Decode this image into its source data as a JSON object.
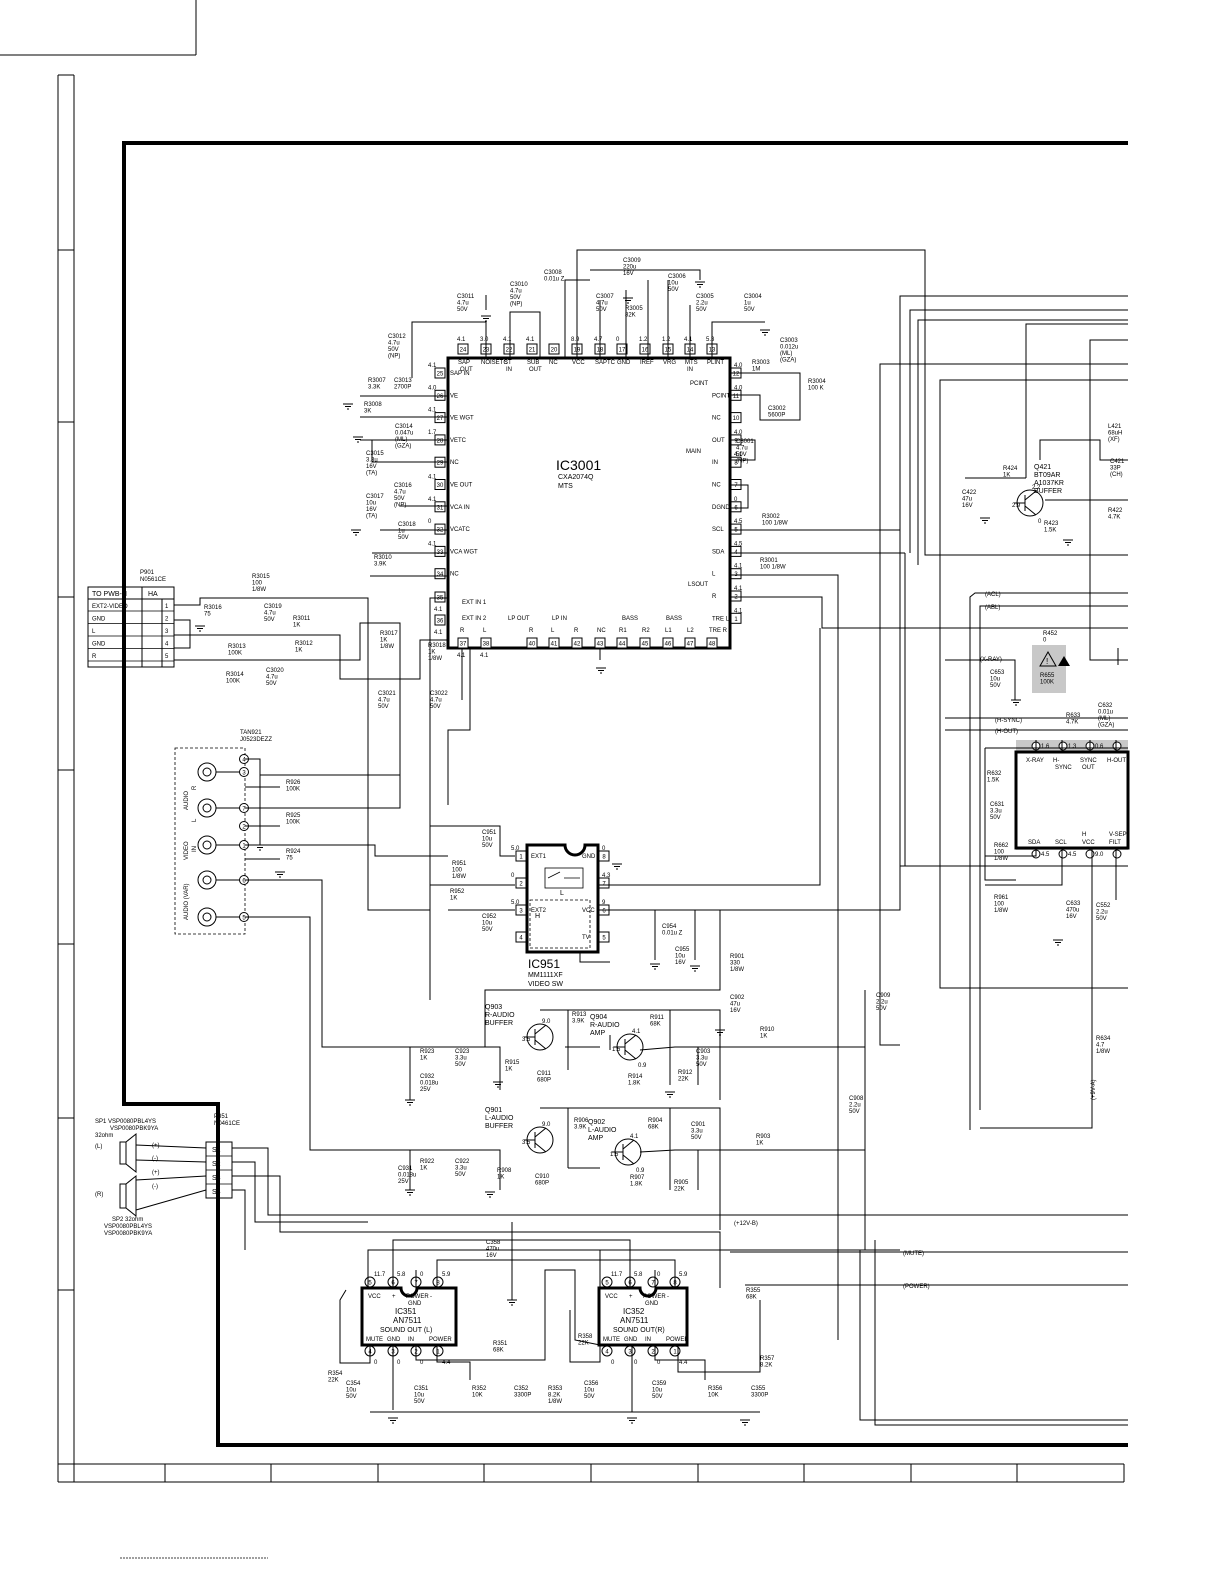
{
  "ic3001": {
    "ref": "IC3001",
    "part": "CXA2074Q",
    "func": "MTS",
    "pins_top": [
      {
        "num": "24",
        "name": "SAP OUT",
        "v": "4.1"
      },
      {
        "num": "23",
        "name": "NOISETC",
        "v": "3.0"
      },
      {
        "num": "22",
        "name": "ST IN",
        "v": "4.1"
      },
      {
        "num": "21",
        "name": "SUB OUT",
        "v": "4.1"
      },
      {
        "num": "20",
        "name": "NC",
        "v": ""
      },
      {
        "num": "19",
        "name": "VCC",
        "v": "8.9"
      },
      {
        "num": "18",
        "name": "SAPTC",
        "v": "4.7"
      },
      {
        "num": "17",
        "name": "GND",
        "v": "0"
      },
      {
        "num": "16",
        "name": "IREF",
        "v": "1.2"
      },
      {
        "num": "15",
        "name": "VRG",
        "v": "1.2"
      },
      {
        "num": "14",
        "name": "MTS IN",
        "v": "4.1"
      },
      {
        "num": "13",
        "name": "PLINT",
        "v": "5.3"
      }
    ],
    "pins_left": [
      {
        "num": "25",
        "name": "SAP IN",
        "v": "4.1"
      },
      {
        "num": "26",
        "name": "VE",
        "v": "4.0"
      },
      {
        "num": "27",
        "name": "VE WGT",
        "v": "4.1"
      },
      {
        "num": "28",
        "name": "VETC",
        "v": "1.7"
      },
      {
        "num": "29",
        "name": "NC",
        "v": ""
      },
      {
        "num": "30",
        "name": "VE OUT",
        "v": "4.1"
      },
      {
        "num": "31",
        "name": "VCA IN",
        "v": "4.1"
      },
      {
        "num": "32",
        "name": "VCATC",
        "v": "0"
      },
      {
        "num": "33",
        "name": "VCA WGT",
        "v": "4.1"
      },
      {
        "num": "34",
        "name": "NC",
        "v": ""
      }
    ],
    "pins_right": [
      {
        "num": "12",
        "name": "",
        "v": "4.0"
      },
      {
        "num": "11",
        "name": "PCINT",
        "v": "4.0"
      },
      {
        "num": "10",
        "name": "NC",
        "v": ""
      },
      {
        "num": "9",
        "name": "OUT",
        "v": "4.0"
      },
      {
        "num": "8",
        "name": "IN",
        "v": "4.1"
      },
      {
        "num": "7",
        "name": "NC",
        "v": ""
      },
      {
        "num": "6",
        "name": "DGND",
        "v": "0"
      },
      {
        "num": "5",
        "name": "SCL",
        "v": "4.5"
      },
      {
        "num": "4",
        "name": "SDA",
        "v": "4.5"
      },
      {
        "num": "3",
        "name": "L",
        "v": "4.1"
      },
      {
        "num": "2",
        "name": "R",
        "v": "4.1"
      },
      {
        "num": "1",
        "name": "TRE L",
        "v": "4.1"
      }
    ],
    "pins_bottom": [
      {
        "num": "35",
        "name": "",
        "v": "4.1"
      },
      {
        "num": "36",
        "name": "",
        "v": "4.1"
      },
      {
        "num": "37",
        "name": "R",
        "v": "4.1"
      },
      {
        "num": "38",
        "name": "L",
        "v": "4.1"
      },
      {
        "num": "40",
        "name": "R",
        "v": ""
      },
      {
        "num": "41",
        "name": "L",
        "v": ""
      },
      {
        "num": "42",
        "name": "R",
        "v": ""
      },
      {
        "num": "43",
        "name": "NC",
        "v": ""
      },
      {
        "num": "44",
        "name": "R1",
        "v": ""
      },
      {
        "num": "45",
        "name": "R2",
        "v": ""
      },
      {
        "num": "46",
        "name": "L1",
        "v": ""
      },
      {
        "num": "47",
        "name": "L2",
        "v": ""
      },
      {
        "num": "48",
        "name": "TRE R",
        "v": ""
      }
    ],
    "bottom_groups": [
      "EXT IN 1",
      "EXT IN 2",
      "LP OUT",
      "LP IN",
      "BASS",
      "BASS"
    ],
    "side_labels": {
      "pcint": "PCINT",
      "main": "MAIN",
      "lsout": "LSOUT"
    }
  },
  "ic951": {
    "ref": "IC951",
    "part": "MM1111XF",
    "func": "VIDEO SW",
    "pins_left": [
      {
        "num": "1",
        "name": "EXT1",
        "v": "5.0"
      },
      {
        "num": "2",
        "name": "",
        "v": "0"
      },
      {
        "num": "3",
        "name": "EXT2",
        "v": "5.0"
      },
      {
        "num": "4",
        "name": "",
        "v": ""
      }
    ],
    "pins_right": [
      {
        "num": "8",
        "name": "GND",
        "v": "0"
      },
      {
        "num": "7",
        "name": "",
        "v": "4.3"
      },
      {
        "num": "6",
        "name": "VCC",
        "v": "9"
      },
      {
        "num": "5",
        "name": "TV",
        "v": ""
      }
    ],
    "inner": {
      "l": "L",
      "h": "H"
    }
  },
  "ic351": {
    "ref": "IC351",
    "part": "AN7511",
    "func": "SOUND OUT (L)",
    "top_labels": [
      "VCC",
      "+",
      "POWER GND",
      "-"
    ],
    "bottom_labels": [
      "MUTE",
      "GND",
      "IN",
      "POWER"
    ],
    "pins_top": [
      {
        "num": "5",
        "v": "11.7"
      },
      {
        "num": "6",
        "v": "5.8"
      },
      {
        "num": "7",
        "v": "0"
      },
      {
        "num": "8",
        "v": "5.9"
      }
    ],
    "pins_bottom": [
      {
        "num": "4",
        "v": "0"
      },
      {
        "num": "3",
        "v": "0"
      },
      {
        "num": "2",
        "v": "0"
      },
      {
        "num": "1",
        "v": "4.4"
      }
    ]
  },
  "ic352": {
    "ref": "IC352",
    "part": "AN7511",
    "func": "SOUND OUT(R)",
    "top_labels": [
      "VCC",
      "+",
      "POWER GND",
      "-"
    ],
    "bottom_labels": [
      "MUTE",
      "GND",
      "IN",
      "POWER"
    ],
    "pins_top": [
      {
        "num": "5",
        "v": "11.7"
      },
      {
        "num": "6",
        "v": "5.8"
      },
      {
        "num": "7",
        "v": "0"
      },
      {
        "num": "8",
        "v": "5.9"
      }
    ],
    "pins_bottom": [
      {
        "num": "4",
        "v": "0"
      },
      {
        "num": "3",
        "v": "0"
      },
      {
        "num": "2",
        "v": "0"
      },
      {
        "num": "1",
        "v": "4.4"
      }
    ]
  },
  "ic_right": {
    "pins_top": [
      {
        "name": "X-RAY",
        "v": "1.6"
      },
      {
        "name": "H- SYNC",
        "v": "1.3"
      },
      {
        "name": "SYNC OUT",
        "v": "0.6"
      },
      {
        "name": "H-OUT",
        "v": ""
      }
    ],
    "pins_bottom": [
      {
        "name": "SDA",
        "v": "4.5"
      },
      {
        "name": "SCL",
        "v": "4.5"
      },
      {
        "name": "H VCC",
        "v": "9.0"
      },
      {
        "name": "V-SEP FILT",
        "v": ""
      }
    ]
  },
  "p901": {
    "ref": "P901",
    "part": "N0561CE",
    "header": [
      "TO PWB-H",
      "HA"
    ],
    "rows": [
      {
        "name": "EXT2-VIDEO",
        "pin": "1"
      },
      {
        "name": "GND",
        "pin": "2"
      },
      {
        "name": "L",
        "pin": "3"
      },
      {
        "name": "GND",
        "pin": "4"
      },
      {
        "name": "R",
        "pin": "5"
      }
    ]
  },
  "p351": {
    "ref": "P351",
    "part": "N0461CE",
    "pins": [
      "S1",
      "S2",
      "S3",
      "S4"
    ]
  },
  "tan921": {
    "ref": "TAN921",
    "part": "J0523DEZZ",
    "labels": [
      "AUDIO",
      "R",
      "L",
      "VIDEO",
      "IN",
      "AUDIO (VAR)",
      "R",
      "L"
    ],
    "pins": [
      "4",
      "3",
      "7",
      "2",
      "1",
      "6",
      "5"
    ]
  },
  "speakers": {
    "sp1": [
      "SP1 VSP0080PBL4YS",
      "VSP0080PBK9YA",
      "32ohm",
      "(L)"
    ],
    "sp2": [
      "SP2 32ohm",
      "VSP0080PBL4YS",
      "VSP0080PBK9YA",
      "(R)"
    ],
    "pol": [
      "(+)",
      "(-)",
      "(+)",
      "(-)"
    ]
  },
  "transistors": [
    {
      "id": "Q421",
      "part": "BT09AR",
      "alt": "A1037KR",
      "func": "BUFFER",
      "v": [
        "2.2",
        "2.9",
        "0"
      ]
    },
    {
      "id": "Q903",
      "part": "R-AUDIO",
      "alt": "",
      "func": "BUFFER",
      "v": [
        "9.0",
        "3.5"
      ]
    },
    {
      "id": "Q904",
      "part": "R-AUDIO",
      "alt": "",
      "func": "AMP",
      "v": [
        "4.1",
        "1.5",
        "0.9"
      ]
    },
    {
      "id": "Q901",
      "part": "L-AUDIO",
      "alt": "",
      "func": "BUFFER",
      "v": [
        "9.0",
        "3.5"
      ]
    },
    {
      "id": "Q902",
      "part": "L-AUDIO",
      "alt": "",
      "func": "AMP",
      "v": [
        "4.1",
        "1.5",
        "0.9"
      ]
    }
  ],
  "labels": [
    [
      "C3011",
      "4.7u",
      "50V"
    ],
    [
      "C3010",
      "4.7u",
      "50V",
      "(NP)"
    ],
    [
      "C3008",
      "0.01u Z"
    ],
    [
      "C3009",
      "220u",
      "16V"
    ],
    [
      "C3007",
      "4.7u",
      "50V"
    ],
    [
      "R3005",
      "82K"
    ],
    [
      "C3006",
      "10u",
      "50V"
    ],
    [
      "C3005",
      "2.2u",
      "50V"
    ],
    [
      "C3004",
      "1u",
      "50V"
    ],
    [
      "C3003",
      "0.012u",
      "(ML)",
      "(GZA)"
    ],
    [
      "R3003",
      "1M"
    ],
    [
      "R3004",
      "100 K"
    ],
    [
      "C3002",
      "5600P"
    ],
    [
      "C3012",
      "4.7u",
      "50V",
      "(NP)"
    ],
    [
      "R3007",
      "3.3K"
    ],
    [
      "C3013",
      "2700P"
    ],
    [
      "R3008",
      "3K"
    ],
    [
      "C3014",
      "0.047u",
      "(ML)",
      "(GZA)"
    ],
    [
      "C3015",
      "3.3u",
      "16V",
      "(TA)"
    ],
    [
      "C3016",
      "4.7u",
      "50V",
      "(NP)"
    ],
    [
      "C3017",
      "10u",
      "16V",
      "(TA)"
    ],
    [
      "C3018",
      "1u",
      "50V"
    ],
    [
      "R3010",
      "3.9K"
    ],
    [
      "C3001",
      "4.7u",
      "50V",
      "(NP)"
    ],
    [
      "R3002",
      "100 1/8W"
    ],
    [
      "R3001",
      "100 1/8W"
    ],
    [
      "R3015",
      "100",
      "1/8W"
    ],
    [
      "R3016",
      "75"
    ],
    [
      "C3019",
      "4.7u",
      "50V"
    ],
    [
      "R3011",
      "1K"
    ],
    [
      "R3013",
      "100K"
    ],
    [
      "R3012",
      "1K"
    ],
    [
      "R3014",
      "100K"
    ],
    [
      "C3020",
      "4.7u",
      "50V"
    ],
    [
      "R3017",
      "1K",
      "1/8W"
    ],
    [
      "R3018",
      "1K",
      "1/8W"
    ],
    [
      "C3021",
      "4.7u",
      "50V"
    ],
    [
      "C3022",
      "4.7u",
      "50V"
    ],
    [
      "R926",
      "100K"
    ],
    [
      "R925",
      "100K"
    ],
    [
      "R924",
      "75"
    ],
    [
      "C951",
      "10u",
      "50V"
    ],
    [
      "R951",
      "100",
      "1/8W"
    ],
    [
      "R952",
      "1K"
    ],
    [
      "C952",
      "10u",
      "50V"
    ],
    [
      "C954",
      "0.01u Z"
    ],
    [
      "C955",
      "10u",
      "16V"
    ],
    [
      "R901",
      "330",
      "1/8W"
    ],
    [
      "C902",
      "47u",
      "16V"
    ],
    [
      "C909",
      "2.2u",
      "50V"
    ],
    [
      "R913",
      "3.9K"
    ],
    [
      "R911",
      "68K"
    ],
    [
      "R923",
      "1K"
    ],
    [
      "C923",
      "3.3u",
      "50V"
    ],
    [
      "R915",
      "1K"
    ],
    [
      "C911",
      "680P"
    ],
    [
      "R914",
      "1.8K"
    ],
    [
      "R912",
      "22K"
    ],
    [
      "C903",
      "3.3u",
      "50V"
    ],
    [
      "R910",
      "1K"
    ],
    [
      "C932",
      "0.018u",
      "25V"
    ],
    [
      "C908",
      "2.2u",
      "50V"
    ],
    [
      "R906",
      "3.9K"
    ],
    [
      "R904",
      "68K"
    ],
    [
      "C901",
      "3.3u",
      "50V"
    ],
    [
      "R903",
      "1K"
    ],
    [
      "R922",
      "1K"
    ],
    [
      "C922",
      "3.3u",
      "50V"
    ],
    [
      "R908",
      "1K"
    ],
    [
      "C910",
      "680P"
    ],
    [
      "R907",
      "1.8K"
    ],
    [
      "R905",
      "22K"
    ],
    [
      "C931",
      "0.018u",
      "25V"
    ],
    [
      "C358",
      "470u",
      "16V"
    ],
    [
      "R355",
      "68K"
    ],
    [
      "R351",
      "68K"
    ],
    [
      "R358",
      "22K"
    ],
    [
      "R357",
      "8.2K"
    ],
    [
      "R354",
      "22K"
    ],
    [
      "C354",
      "10u",
      "50V"
    ],
    [
      "C351",
      "10u",
      "50V"
    ],
    [
      "R352",
      "10K"
    ],
    [
      "C352",
      "3300P"
    ],
    [
      "R353",
      "8.2K",
      "1/8W"
    ],
    [
      "C356",
      "10u",
      "50V"
    ],
    [
      "C359",
      "10u",
      "50V"
    ],
    [
      "R356",
      "10K"
    ],
    [
      "C355",
      "3300P"
    ],
    [
      "R424",
      "1K"
    ],
    [
      "C422",
      "47u",
      "16V"
    ],
    [
      "R423",
      "1.5K"
    ],
    [
      "L421",
      "68uH",
      "(XF)"
    ],
    [
      "C421",
      "33P",
      "(CH)"
    ],
    [
      "R422",
      "4.7K"
    ],
    [
      "R452",
      "0"
    ],
    [
      "C653",
      "10u",
      "50V"
    ],
    [
      "R655",
      "100K"
    ],
    [
      "R633",
      "4.7K"
    ],
    [
      "C632",
      "0.01u",
      "(ML)",
      "(GZA)"
    ],
    [
      "R632",
      "1.5K"
    ],
    [
      "C631",
      "3.3u",
      "50V"
    ],
    [
      "R662",
      "100",
      "1/8W"
    ],
    [
      "R961",
      "100",
      "1/8W"
    ],
    [
      "C633",
      "470u",
      "16V"
    ],
    [
      "C552",
      "2.2u",
      "50V"
    ],
    [
      "R634",
      "4.7",
      "1/8W"
    ]
  ],
  "nets": [
    "(ACL)",
    "(ABL)",
    "(X-RAY)",
    "(H-SYNC)",
    "(H-OUT)",
    "(+12V-B)",
    "(MUTE)",
    "(POWER)",
    "(+9V-A)"
  ]
}
